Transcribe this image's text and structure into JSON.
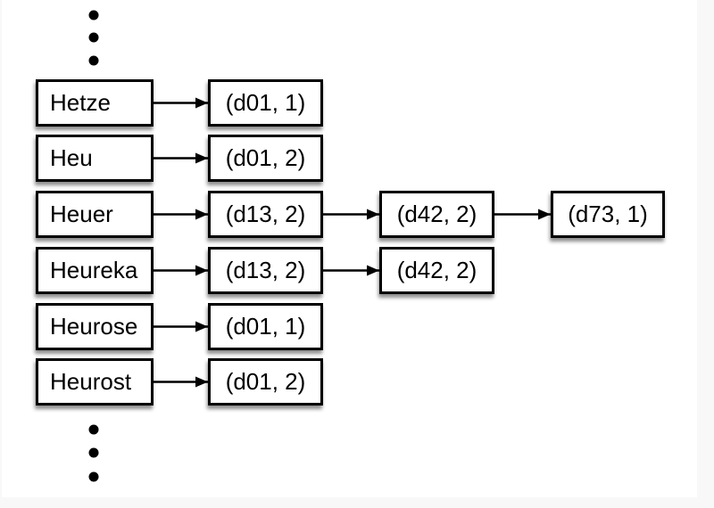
{
  "diagram": {
    "type": "inverted-index",
    "rows": [
      {
        "term": "Hetze",
        "postings": [
          "(d01, 1)"
        ]
      },
      {
        "term": "Heu",
        "postings": [
          "(d01, 2)"
        ]
      },
      {
        "term": "Heuer",
        "postings": [
          "(d13, 2)",
          "(d42, 2)",
          "(d73, 1)"
        ]
      },
      {
        "term": "Heureka",
        "postings": [
          "(d13, 2)",
          "(d42, 2)"
        ]
      },
      {
        "term": "Heurose",
        "postings": [
          "(d01, 1)"
        ]
      },
      {
        "term": "Heurost",
        "postings": [
          "(d01, 2)"
        ]
      }
    ],
    "ellipsis_dots": {
      "top_count": 3,
      "bottom_count": 3
    },
    "colors": {
      "box_fill": "#ffffff",
      "box_border": "#000000",
      "arrow": "#000000",
      "text": "#000000",
      "panel_background": "#ffffff",
      "page_background": "#f8f8f8",
      "shadow": "rgba(0,0,0,0.45)"
    }
  }
}
